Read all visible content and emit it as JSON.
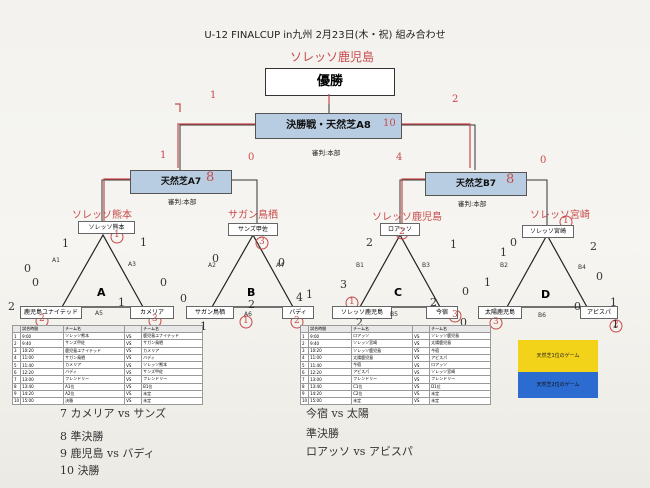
{
  "title": "U-12  FINALCUP  in九州  2月23日(木・祝)  組み合わせ",
  "champion_label": "優勝",
  "champion_handwritten": "ソレッソ鹿児島",
  "final": {
    "label": "決勝戦・天然芝A8",
    "referee": "審判:本部",
    "score_left": "1",
    "score_right": "2",
    "hand_mark": "10"
  },
  "semifinals": [
    {
      "label": "天然芝A7",
      "referee": "審判:本部",
      "hand_mark": "8",
      "score_left": "1",
      "score_right": "0"
    },
    {
      "label": "天然芝B7",
      "referee": "審判:本部",
      "hand_mark": "8",
      "score_left": "4",
      "score_right": "0"
    }
  ],
  "groups": [
    {
      "letter": "A",
      "top": "ソレッソ熊本",
      "left": "鹿児島ユナイテッド",
      "right": "カメリア",
      "side_l": "A1",
      "side_r": "A3",
      "bottom": "A5",
      "hand_top": "ソレッソ熊本",
      "hand_top_rank": "1",
      "hand_left_rank": "2",
      "hand_right_rank": "3"
    },
    {
      "letter": "B",
      "top": "サンズ甲佐",
      "left": "サガン鳥栖",
      "right": "バディ",
      "side_l": "A2",
      "side_r": "A4",
      "bottom": "A6",
      "hand_top": "サガン鳥栖",
      "hand_top_rank": "3",
      "hand_left_rank": "1",
      "hand_right_rank": "2"
    },
    {
      "letter": "C",
      "top": "ロアッソ",
      "left": "ソレッソ鹿児島",
      "right": "今宿",
      "side_l": "B1",
      "side_r": "B3",
      "bottom": "B5",
      "hand_top": "ソレッソ鹿児島",
      "hand_top_rank": "2",
      "hand_left_rank": "1",
      "hand_right_rank": "3"
    },
    {
      "letter": "D",
      "top": "ソレッソ宮崎",
      "left": "太陽鹿児島",
      "right": "アビスパ",
      "side_l": "B2",
      "side_r": "B4",
      "bottom": "B6",
      "hand_top": "ソレッソ宮崎",
      "hand_top_rank": "1",
      "hand_left_rank": "3",
      "hand_right_rank": "2"
    }
  ],
  "handwritten_scores": [
    "0",
    "1",
    "1",
    "0",
    "4",
    "0",
    "0",
    "1",
    "0",
    "3",
    "2",
    "1",
    "0",
    "1",
    "1",
    "2",
    "0",
    "1",
    "2",
    "0",
    "1",
    "2",
    "0",
    "2",
    "0",
    "1",
    "2",
    "1",
    "2",
    "0"
  ],
  "schedule_headers": [
    "試合時間",
    "チーム名",
    "",
    "チーム名"
  ],
  "schedule_left": [
    [
      "1",
      "9:00",
      "ソレッソ熊本",
      "VS",
      "鹿児島ユナイテッド"
    ],
    [
      "2",
      "9:40",
      "サンズ甲佐",
      "VS",
      "サガン鳥栖"
    ],
    [
      "3",
      "10:20",
      "鹿児島ユナイテッド",
      "VS",
      "カメリア"
    ],
    [
      "4",
      "11:00",
      "サガン鳥栖",
      "VS",
      "バディ"
    ],
    [
      "5",
      "11:40",
      "カメリア",
      "VS",
      "ソレッソ熊本"
    ],
    [
      "6",
      "12:20",
      "バディ",
      "VS",
      "サンズ甲佐"
    ],
    [
      "7",
      "13:00",
      "フレンドリー",
      "VS",
      "フレンドリー"
    ],
    [
      "8",
      "13:40",
      "A1位",
      "VS",
      "B1位"
    ],
    [
      "9",
      "14:20",
      "A2位",
      "VS",
      "未定"
    ],
    [
      "10",
      "15:00",
      "決勝",
      "VS",
      "未定"
    ]
  ],
  "schedule_right": [
    [
      "1",
      "9:00",
      "ロアッソ",
      "VS",
      "ソレッソ鹿児島"
    ],
    [
      "2",
      "9:40",
      "ソレッソ宮崎",
      "VS",
      "太陽鹿児島"
    ],
    [
      "3",
      "10:20",
      "ソレッソ鹿児島",
      "VS",
      "今宿"
    ],
    [
      "4",
      "11:00",
      "太陽鹿児島",
      "VS",
      "アビスパ"
    ],
    [
      "5",
      "11:40",
      "今宿",
      "VS",
      "ロアッソ"
    ],
    [
      "6",
      "12:20",
      "アビスパ",
      "VS",
      "ソレッソ宮崎"
    ],
    [
      "7",
      "13:00",
      "フレンドリー",
      "VS",
      "フレンドリー"
    ],
    [
      "8",
      "13:40",
      "C1位",
      "VS",
      "D1位"
    ],
    [
      "9",
      "14:20",
      "C2位",
      "VS",
      "未定"
    ],
    [
      "10",
      "15:00",
      "未定",
      "VS",
      "未定"
    ]
  ],
  "legend": {
    "yellow": "天然芝1位のゲーム",
    "blue": "天然芝2位のゲーム",
    "yellow_color": "#f3d21a",
    "blue_color": "#2c6bd0"
  },
  "notes": [
    {
      "num": "7",
      "text": "カメリア vs サンズ"
    },
    {
      "num": "8",
      "text": "準決勝"
    },
    {
      "num": "9",
      "text": "鹿児島 vs バディ"
    },
    {
      "num": "10",
      "text": "決勝"
    },
    {
      "num": "",
      "text": "今宿 vs 太陽"
    },
    {
      "num": "",
      "text": "準決勝"
    },
    {
      "num": "",
      "text": "ロアッソ vs アビスパ"
    }
  ]
}
